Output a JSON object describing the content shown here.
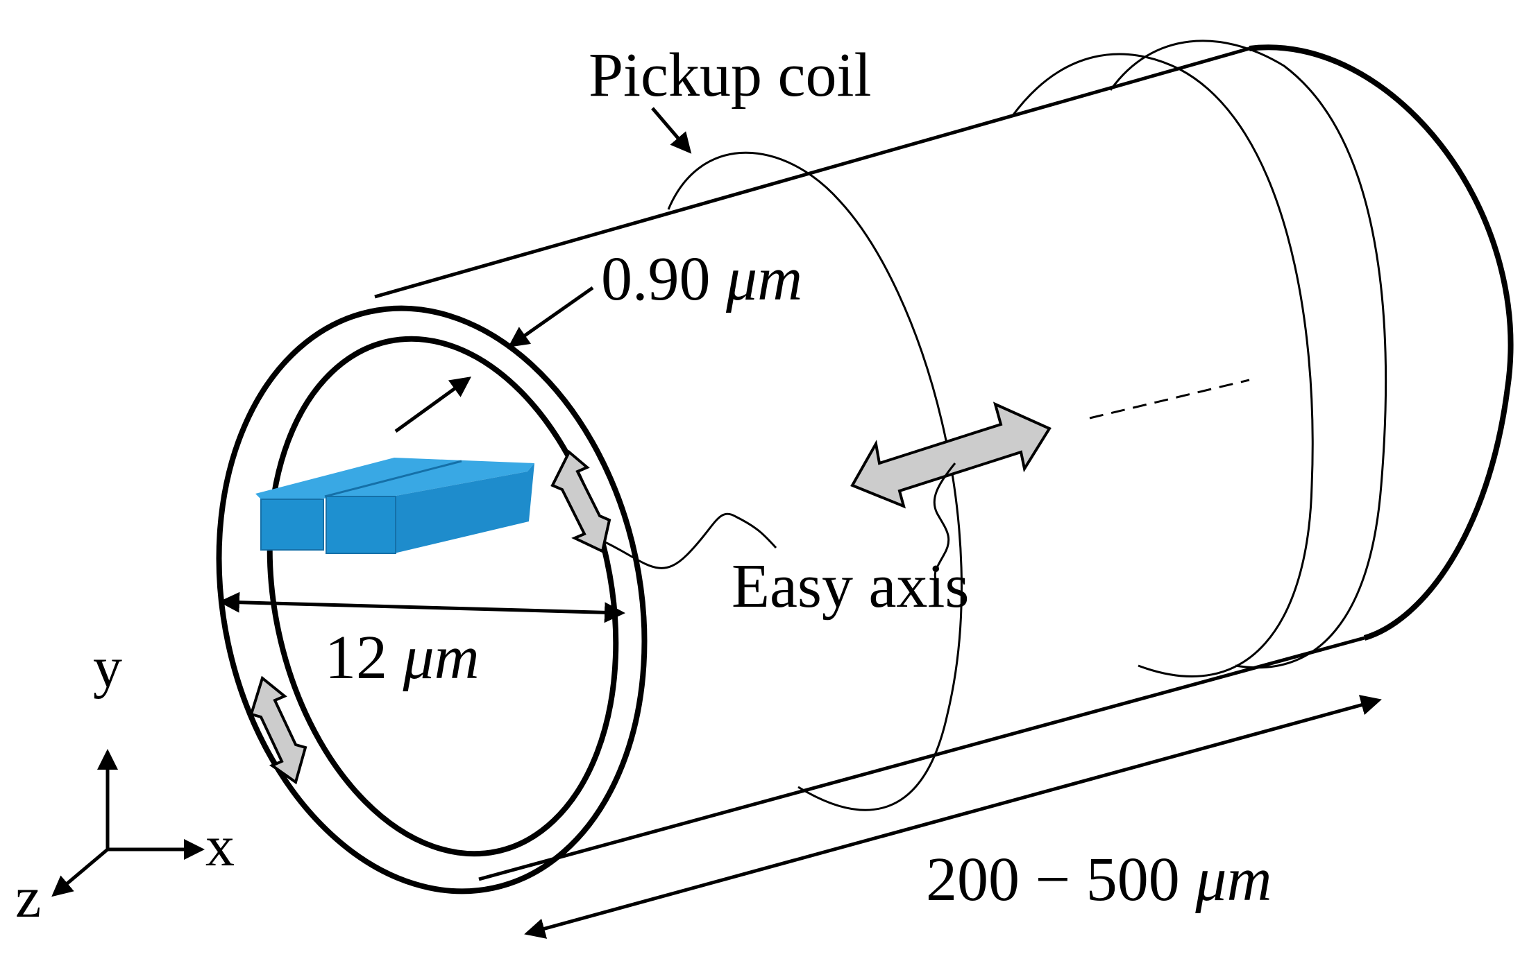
{
  "labels": {
    "pickup_coil": "Pickup coil",
    "wall_thickness_value": "0.90",
    "wall_thickness_unit": "μm",
    "easy_axis": "Easy axis",
    "diameter_value": "12",
    "diameter_unit": "μm",
    "length_value": "200 − 500",
    "length_unit": "μm"
  },
  "axes": {
    "x": "x",
    "y": "y",
    "z": "z"
  },
  "colors": {
    "line": "#000000",
    "arrow_fill": "#cccccc",
    "domain_fill": "#1e90d0",
    "domain_top": "#39a8e4"
  }
}
